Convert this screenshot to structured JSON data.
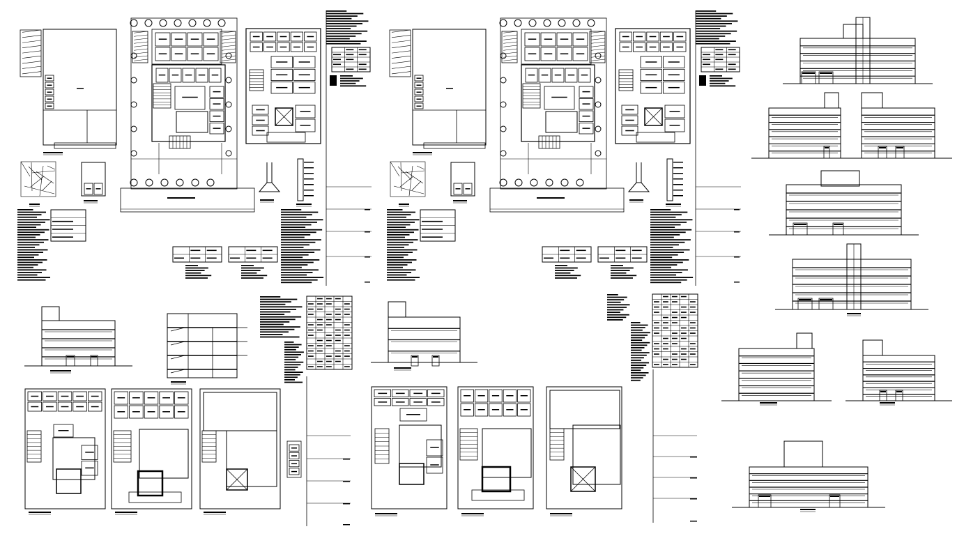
{
  "drawing": {
    "description_visible_text": "",
    "colors": {
      "background": "#ffffff",
      "line": "#000000",
      "fill": "#000000"
    }
  },
  "sheets": [
    {
      "id": "sheet-a",
      "content": "floor-plans-and-notes"
    },
    {
      "id": "sheet-b",
      "content": "floor-plans-and-notes"
    },
    {
      "id": "sheet-c",
      "content": "building-elevations"
    }
  ]
}
